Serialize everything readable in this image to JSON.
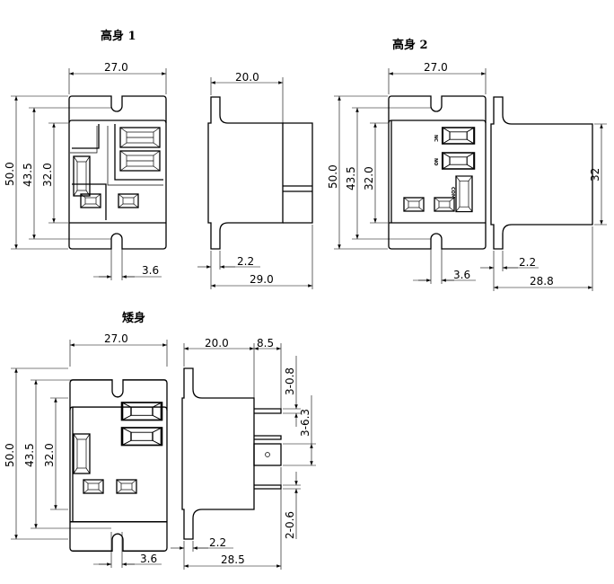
{
  "titles": {
    "tall1": "高身 1",
    "tall2": "高身 2",
    "short": "矮身"
  },
  "tall1": {
    "width": "27.0",
    "height": "50.0",
    "hole_pitch": "43.5",
    "body": "32.0",
    "slot": "3.6",
    "side_depth": "20.0",
    "flange": "2.2",
    "total": "29.0"
  },
  "tall2": {
    "width": "27.0",
    "height": "50.0",
    "hole_pitch": "43.5",
    "body": "32.0",
    "slot": "3.6",
    "side_height": "32",
    "flange": "2.2",
    "total": "28.8",
    "terminals": [
      "NC",
      "NO",
      "COM"
    ]
  },
  "short": {
    "width": "27.0",
    "height": "50.0",
    "hole_pitch": "43.5",
    "body": "32.0",
    "slot": "3.6",
    "side_depth": "20.0",
    "pin_len": "8.5",
    "pin_thick": "3-0.8",
    "pin_width": "3-6.3",
    "coil_pin": "2-0.6",
    "flange": "2.2",
    "total": "28.5"
  }
}
